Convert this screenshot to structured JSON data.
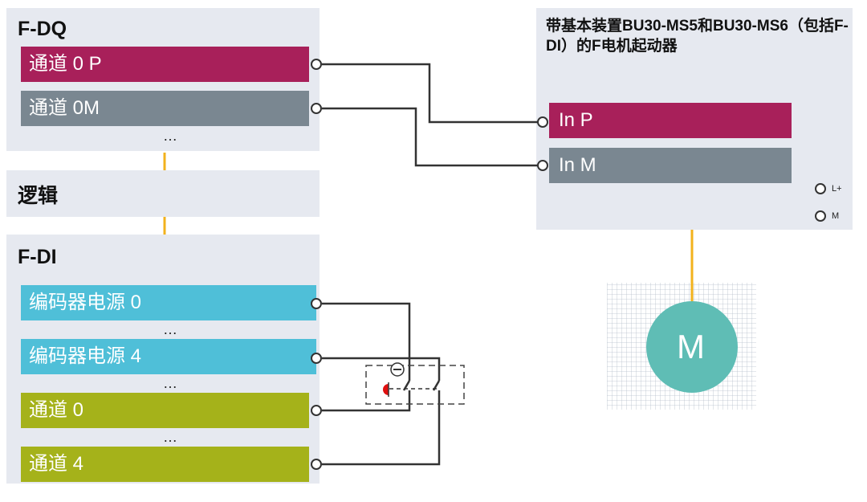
{
  "fdq": {
    "title": "F-DQ",
    "channels": [
      "通道 0 P",
      "通道 0M"
    ],
    "ellipsis": "…"
  },
  "logic": {
    "title": "逻辑"
  },
  "fdi": {
    "title": "F-DI",
    "encoders": [
      "编码器电源 0",
      "编码器电源 4"
    ],
    "channels": [
      "通道 0",
      "通道 4"
    ],
    "ellipsis": "…"
  },
  "starter": {
    "title": "带基本装置BU30-MS5和BU30-MS6（包括F-DI）的F电机起动器",
    "inputs": [
      "In P",
      "In M"
    ],
    "power_terminals": [
      "L+",
      "M"
    ]
  },
  "motor": {
    "label": "M"
  },
  "colors": {
    "panel_bg": "#e6e9f0",
    "magenta": "#a8205a",
    "slate": "#7a8791",
    "cyan": "#4fbfd8",
    "olive": "#a5b21a",
    "motor": "#5fbdb5",
    "link_orange": "#f2b21c",
    "wire": "#333333",
    "pushbutton_red": "#e01010"
  }
}
